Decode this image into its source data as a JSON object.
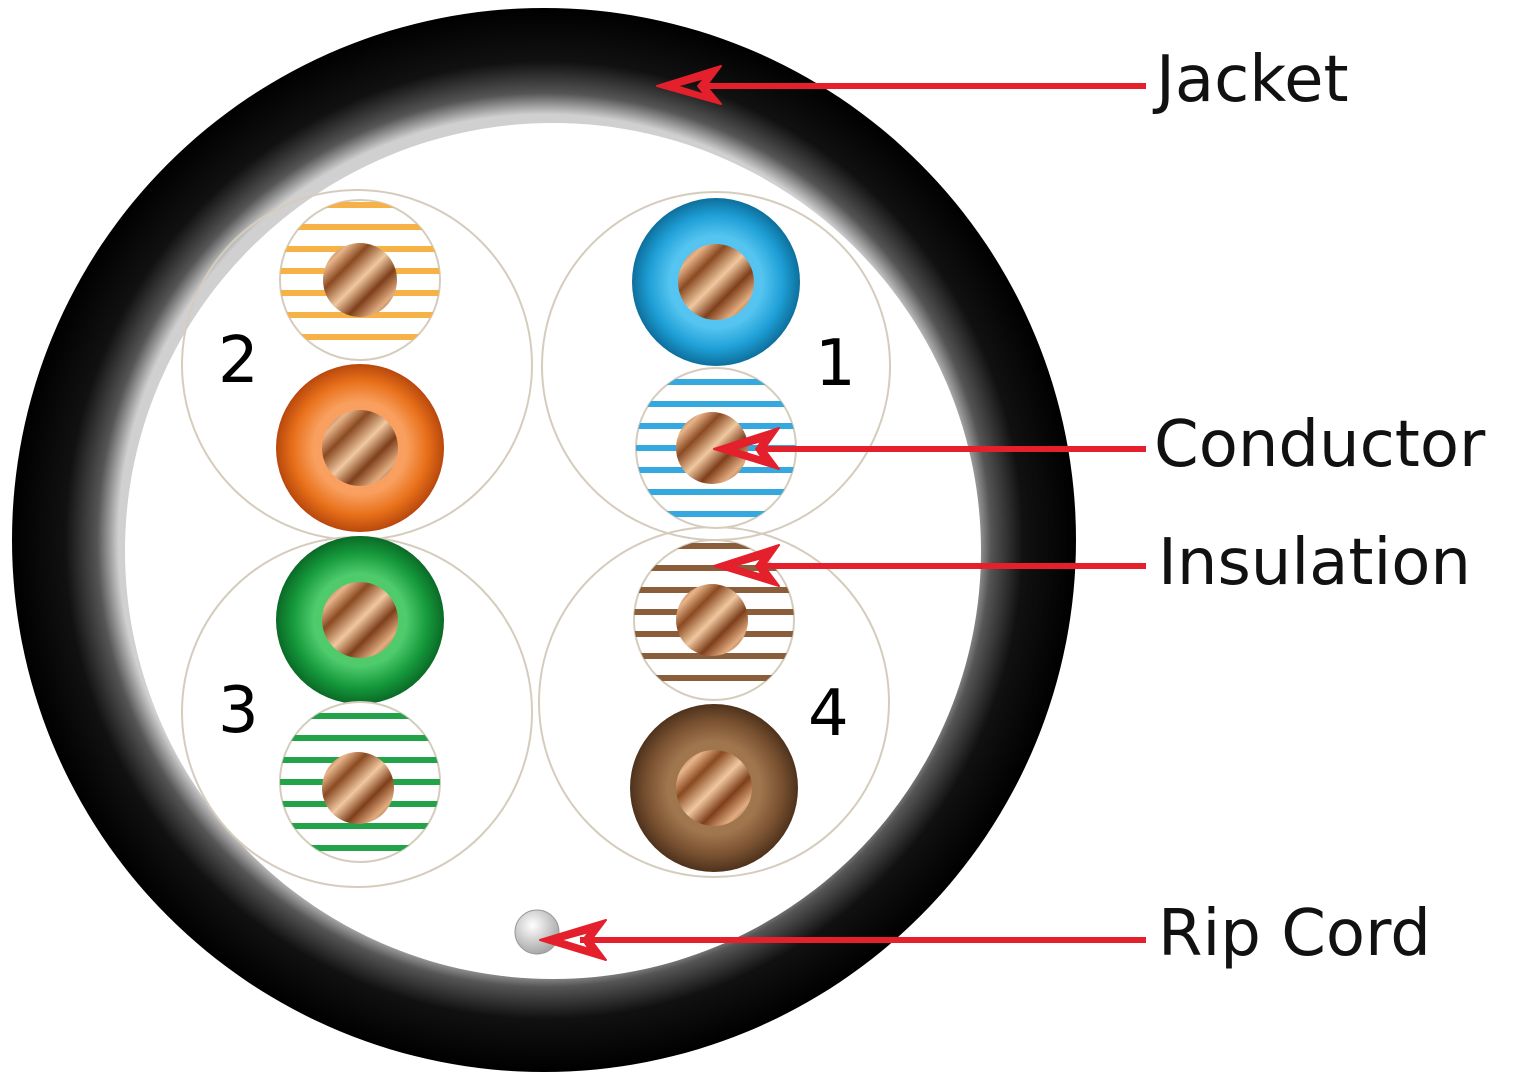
{
  "labels": {
    "jacket": "Jacket",
    "conductor": "Conductor",
    "insulation": "Insulation",
    "rip_cord": "Rip Cord"
  },
  "pairs": [
    {
      "number": "1",
      "solid_color": "#1e9fd6",
      "stripe_color": "#35a9df"
    },
    {
      "number": "2",
      "solid_color": "#e8701a",
      "stripe_color": "#f7b247"
    },
    {
      "number": "3",
      "solid_color": "#169a3c",
      "stripe_color": "#22a34a"
    },
    {
      "number": "4",
      "solid_color": "#7a5231",
      "stripe_color": "#8a5e3a"
    }
  ],
  "colors": {
    "jacket": "#0a0a0a",
    "arrow": "#e3202b",
    "copper_light": "#e8b48a",
    "copper_dark": "#7a3e1a",
    "pair_outline": "#d5ccbd"
  }
}
